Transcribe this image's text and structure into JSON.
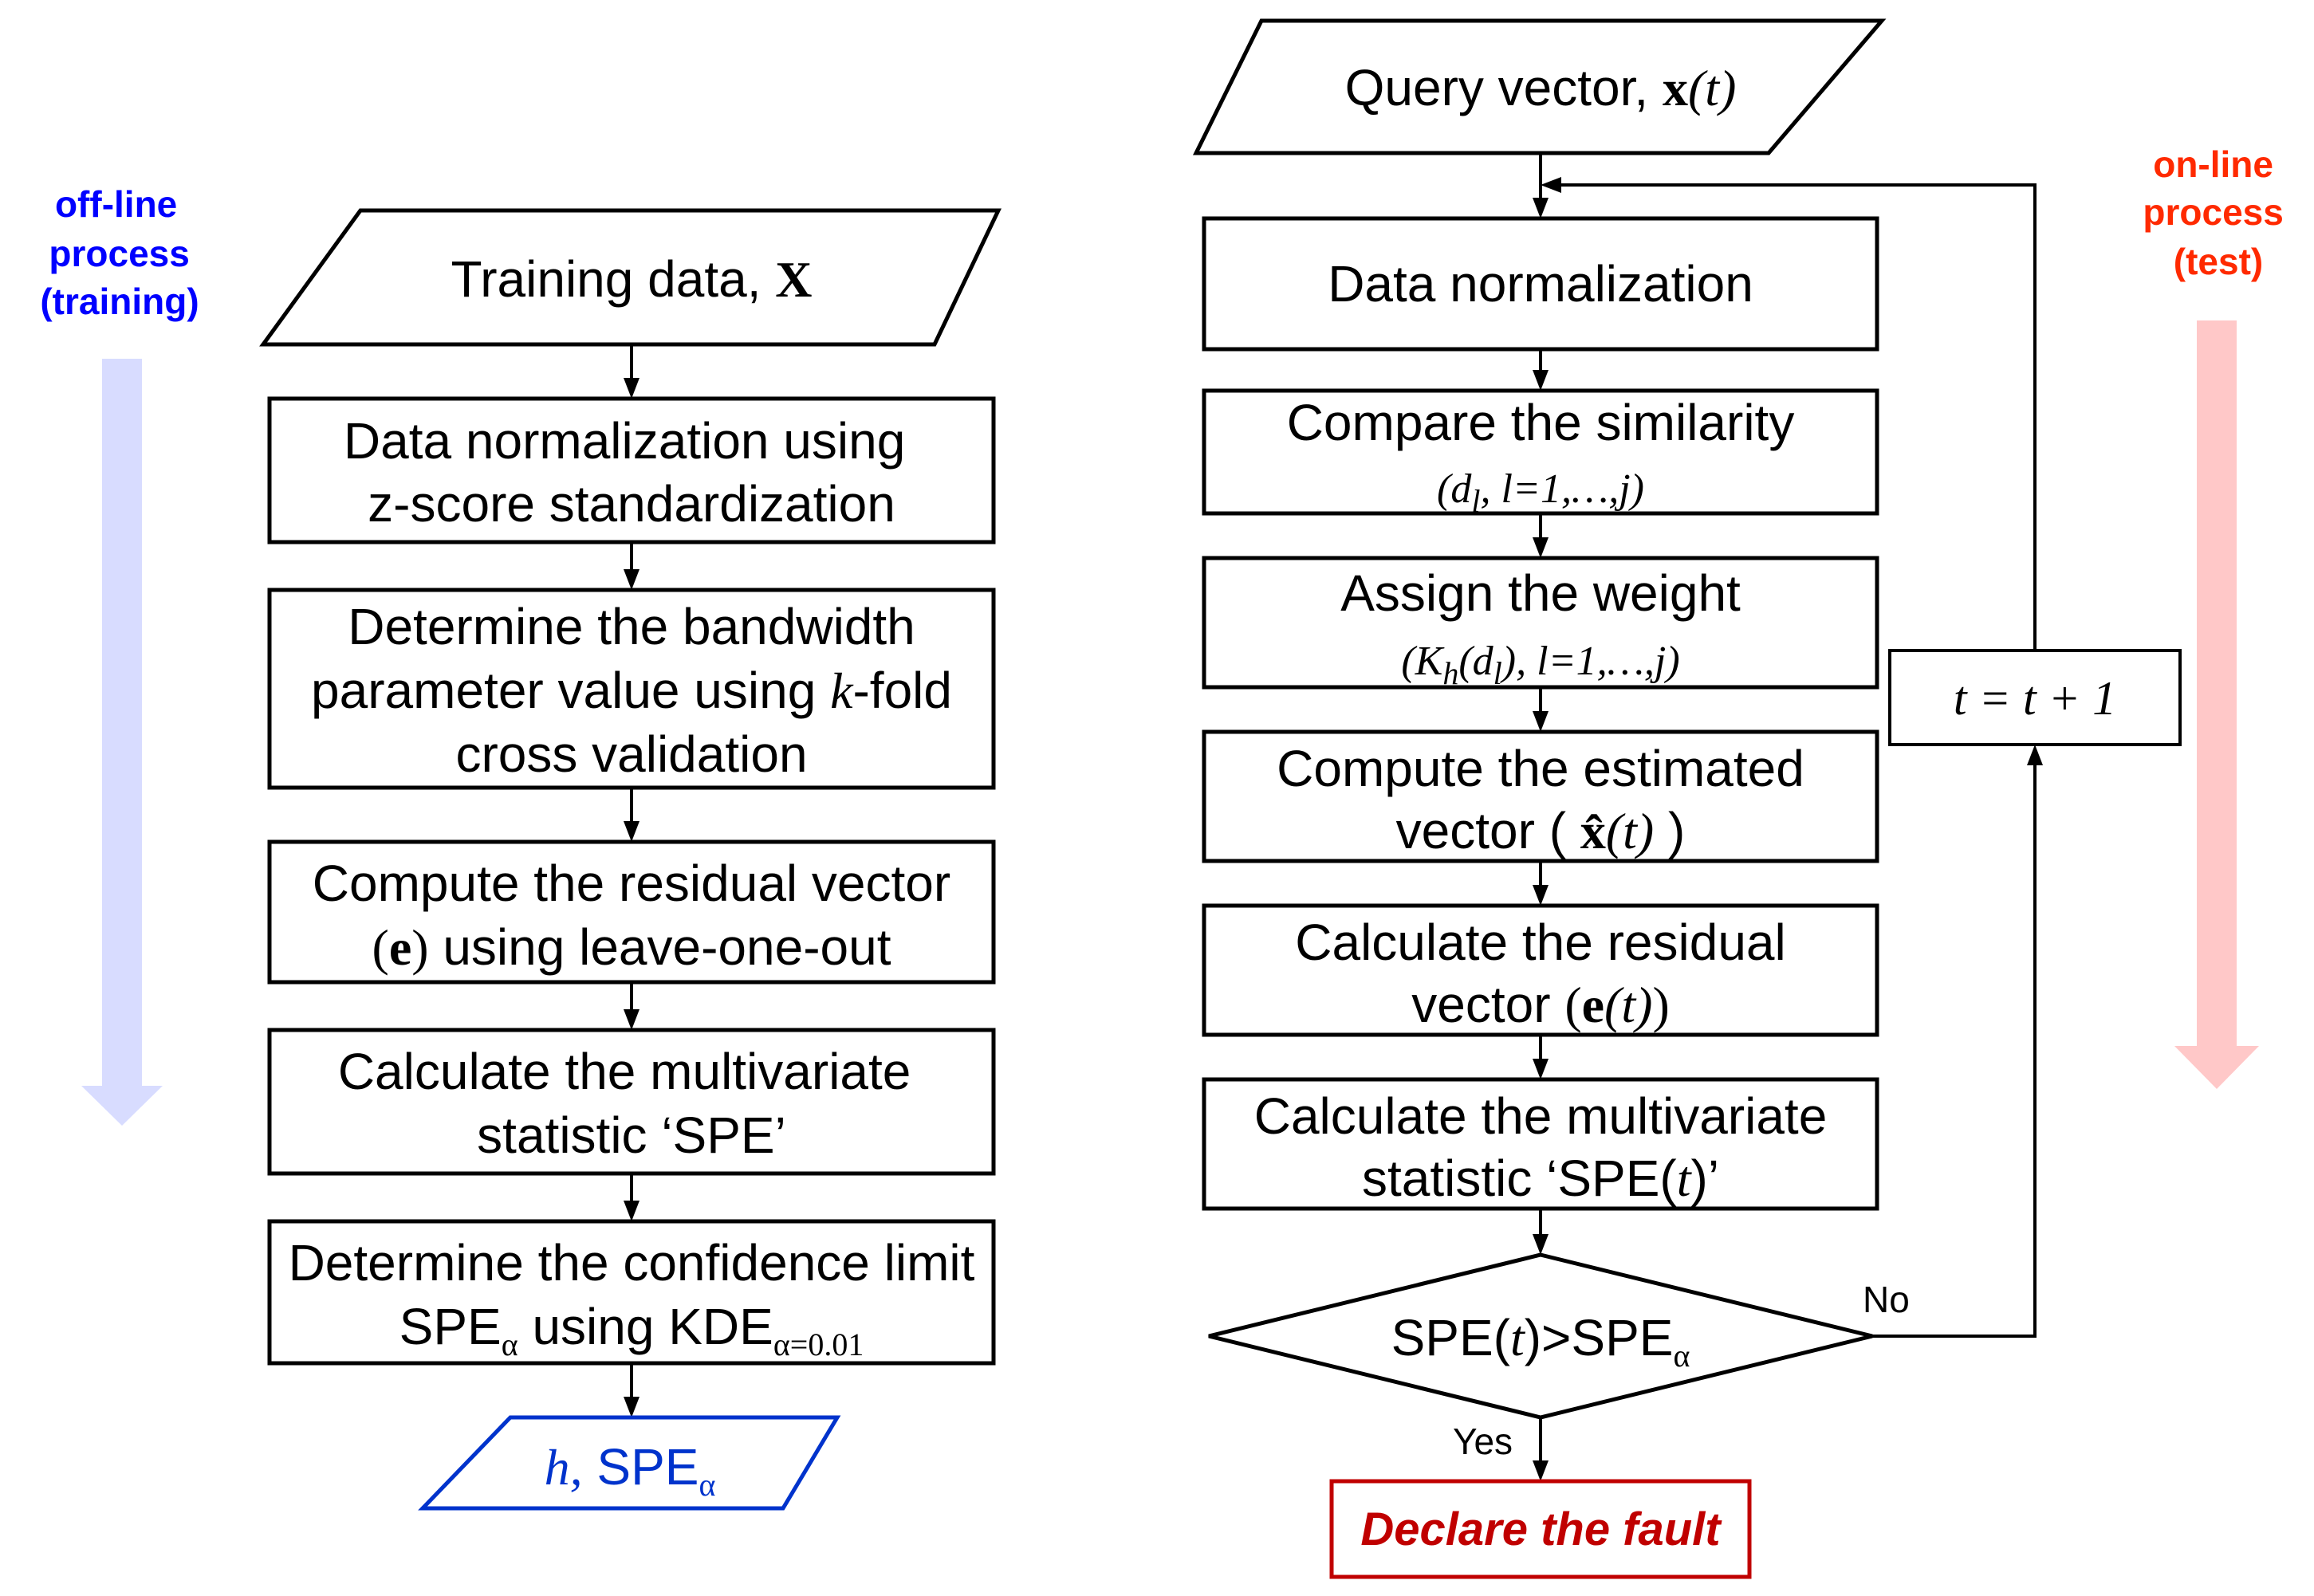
{
  "offline": {
    "side_label": [
      "off-line",
      "process",
      "(training)"
    ],
    "input": {
      "prefix": "Training data, ",
      "var": "X"
    },
    "step1": [
      "Data normalization using",
      "z-score standardization"
    ],
    "step2": {
      "line1": "Determine the bandwidth",
      "line2_pre": "parameter value using ",
      "line2_var": "k",
      "line2_post": "-fold",
      "line3": "cross validation"
    },
    "step3": {
      "line1": "Compute the residual vector",
      "line2_open": "(",
      "line2_var": "e",
      "line2_close": ")",
      "line2_post": " using leave-one-out"
    },
    "step4": [
      "Calculate the multivariate",
      "statistic ‘SPE’"
    ],
    "step5": {
      "line1": "Determine the confidence limit",
      "spe": "SPE",
      "alpha": "α",
      "mid": " using KDE",
      "sub": "α=0.01"
    },
    "output": {
      "var": "h,",
      "spe": " SPE",
      "alpha": "α"
    }
  },
  "online": {
    "side_label": [
      "on-line",
      "process",
      "(test)"
    ],
    "input": {
      "prefix": "Query vector, ",
      "var": "x",
      "arg": "(t)"
    },
    "step1": "Data normalization",
    "step2": {
      "line1": "Compare the similarity",
      "open": "(d",
      "sub": "l",
      "mid": ", l",
      "rest": "=1,…,j)"
    },
    "step3": {
      "line1": "Assign the weight",
      "open": "(K",
      "sub1": "h",
      "mid": "(d",
      "sub2": "l",
      "mid2": "), l",
      "rest": "=1,…,j)"
    },
    "step4": {
      "line1": "Compute the estimated",
      "line2_pre": "vector ( ",
      "hat": "x̂",
      "arg": "(t)",
      "close": " )"
    },
    "step5": {
      "line1": "Calculate the residual",
      "line2_pre": "vector ",
      "open": "(",
      "var": "e",
      "arg": "(t)",
      "close": ")"
    },
    "step6": {
      "line1": "Calculate the multivariate",
      "line2_pre": "statistic ‘SPE(",
      "var": "t",
      "close": ")’"
    },
    "decision": {
      "pre": "SPE(",
      "var": "t",
      "mid": ")>SPE",
      "alpha": "α"
    },
    "no_label": "No",
    "yes_label": "Yes",
    "increment": "t = t + 1",
    "fault": "Declare the fault"
  },
  "colors": {
    "offline_label": "#0000ff",
    "offline_arrow": "#d8dcff",
    "online_label": "#ff2a00",
    "online_arrow": "#ffc8c8",
    "output_stroke": "#0033cc",
    "fault": "#c00000"
  }
}
